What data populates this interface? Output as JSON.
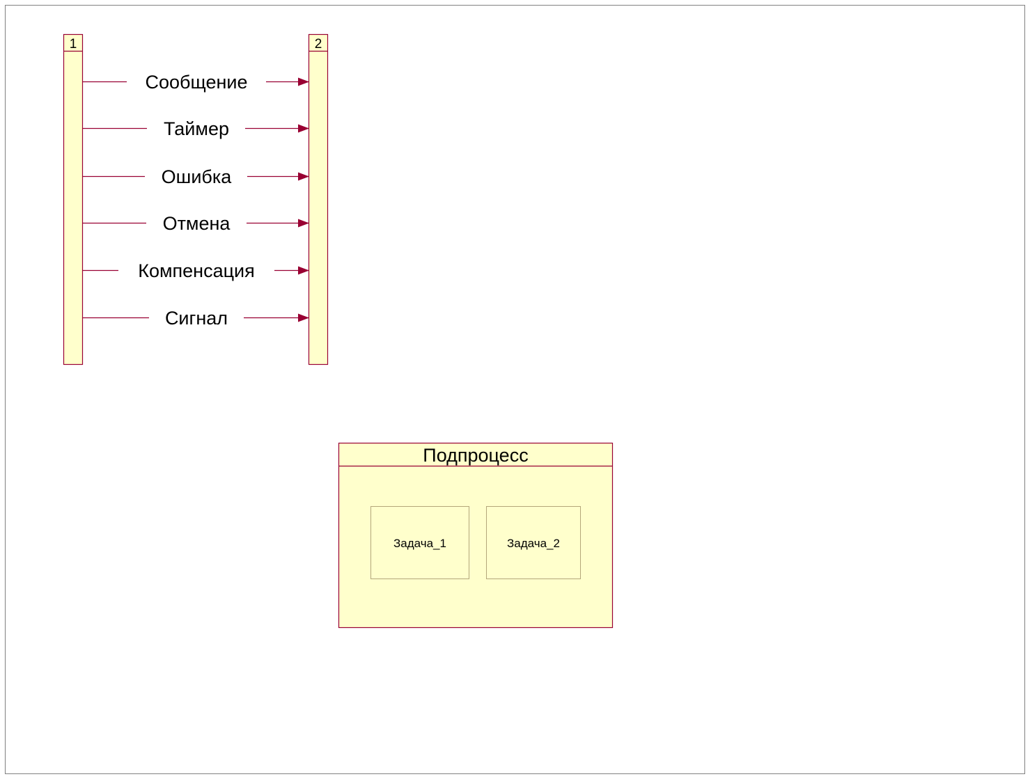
{
  "colors": {
    "stroke": "#990033",
    "fill": "#ffffcc",
    "task_stroke": "#b3a67a",
    "frame": "#808080"
  },
  "lanes": {
    "left_label": "1",
    "right_label": "2"
  },
  "messages": [
    {
      "label": "Сообщение"
    },
    {
      "label": "Таймер"
    },
    {
      "label": "Ошибка"
    },
    {
      "label": "Отмена"
    },
    {
      "label": "Компенсация"
    },
    {
      "label": "Сигнал"
    }
  ],
  "subprocess": {
    "title": "Подпроцесс",
    "tasks": [
      {
        "label": "Задача_1"
      },
      {
        "label": "Задача_2"
      }
    ]
  }
}
